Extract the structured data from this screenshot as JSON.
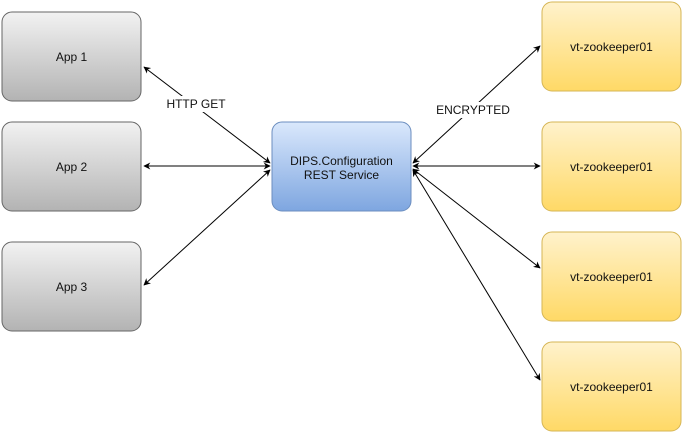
{
  "apps": [
    {
      "label": "App 1"
    },
    {
      "label": "App 2"
    },
    {
      "label": "App 3"
    }
  ],
  "service": {
    "line1": "DIPS.Configuration",
    "line2": "REST Service"
  },
  "zookeepers": [
    {
      "label": "vt-zookeeper01"
    },
    {
      "label": "vt-zookeeper01"
    },
    {
      "label": "vt-zookeeper01"
    },
    {
      "label": "vt-zookeeper01"
    }
  ],
  "edge_labels": {
    "left": "HTTP GET",
    "right": "ENCRYPTED"
  },
  "colors": {
    "app_fill_top": "#f2f2f2",
    "app_fill_bottom": "#b3b3b3",
    "app_stroke": "#666666",
    "service_fill_top": "#dae8fc",
    "service_fill_bottom": "#7ea6e0",
    "service_stroke": "#6c8ebf",
    "zk_fill_top": "#fff2cc",
    "zk_fill_bottom": "#ffd966",
    "zk_stroke": "#d6b656",
    "edge": "#000000"
  }
}
